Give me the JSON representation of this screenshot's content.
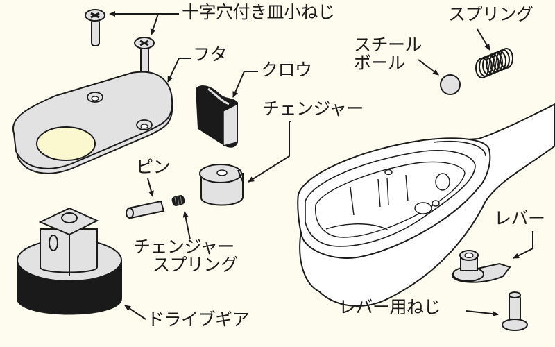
{
  "diagram": {
    "subject": "ratchet-wrench-exploded-view",
    "colors": {
      "background": "#fdfcee",
      "part_fill": "#e2e2e2",
      "outline": "#1a1a1a",
      "hole_fill": "#fbf7cf",
      "wrench_fill": "#ffffff"
    },
    "parts": [
      {
        "id": "screws",
        "label": "十字穴付き皿小ねじ",
        "icon": "phillips-flat-screw"
      },
      {
        "id": "cover",
        "label": "フタ",
        "icon": "cover-plate"
      },
      {
        "id": "claw",
        "label": "クロウ",
        "icon": "pawl"
      },
      {
        "id": "changer",
        "label": "チェンジャー",
        "icon": "changer-cylinder"
      },
      {
        "id": "steel_ball",
        "label_lines": [
          "スチール",
          "ボール"
        ],
        "icon": "steel-ball"
      },
      {
        "id": "spring",
        "label": "スプリング",
        "icon": "coil-spring"
      },
      {
        "id": "pin",
        "label": "ピン",
        "icon": "pin"
      },
      {
        "id": "changer_spring",
        "label_lines": [
          "チェンジャー",
          "スプリング"
        ],
        "icon": "small-spring"
      },
      {
        "id": "drive_gear",
        "label": "ドライブギア",
        "icon": "drive-gear"
      },
      {
        "id": "lever",
        "label": "レバー",
        "icon": "lever"
      },
      {
        "id": "lever_screw",
        "label": "レバー用ねじ",
        "icon": "lever-screw"
      }
    ]
  }
}
